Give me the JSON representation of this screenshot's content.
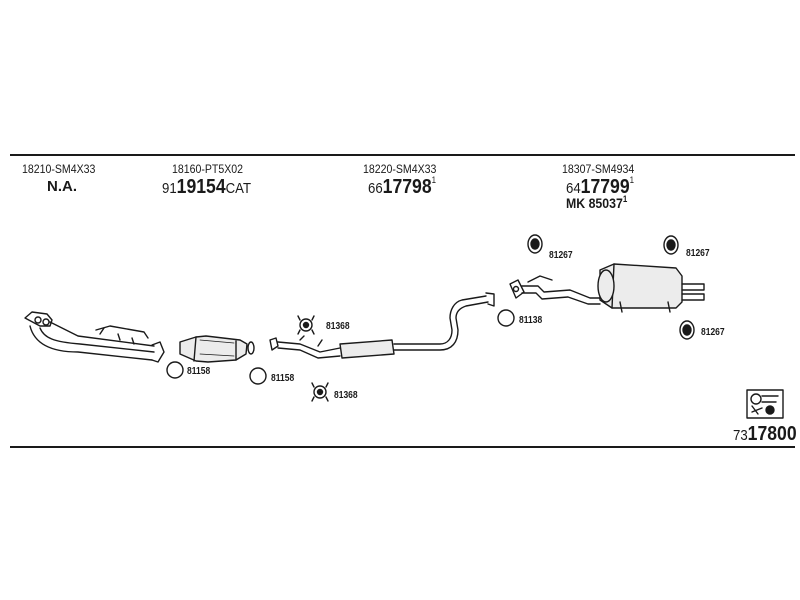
{
  "columns": [
    {
      "oem": "18210-SM4X33",
      "line1": "N.A."
    },
    {
      "oem": "18160-PT5X02",
      "prefix": "91",
      "main": "19154",
      "suffix": "CAT"
    },
    {
      "oem": "18220-SM4X33",
      "prefix": "66",
      "main": "17798",
      "sup": "1"
    },
    {
      "oem": "18307-SM4934",
      "prefix": "64",
      "main": "17799",
      "sup": "1",
      "line2": "MK 85037",
      "line2_sup": "1"
    }
  ],
  "labels": {
    "l81267a": "81267",
    "l81267b": "81267",
    "l81267c": "81267",
    "l81138": "81138",
    "l81368a": "81368",
    "l81368b": "81368",
    "l81158a": "81158",
    "l81158b": "81158"
  },
  "kit": {
    "prefix": "73",
    "main": "17800"
  },
  "colors": {
    "ink": "#1a1a1a",
    "fill": "#e6e6e6"
  }
}
